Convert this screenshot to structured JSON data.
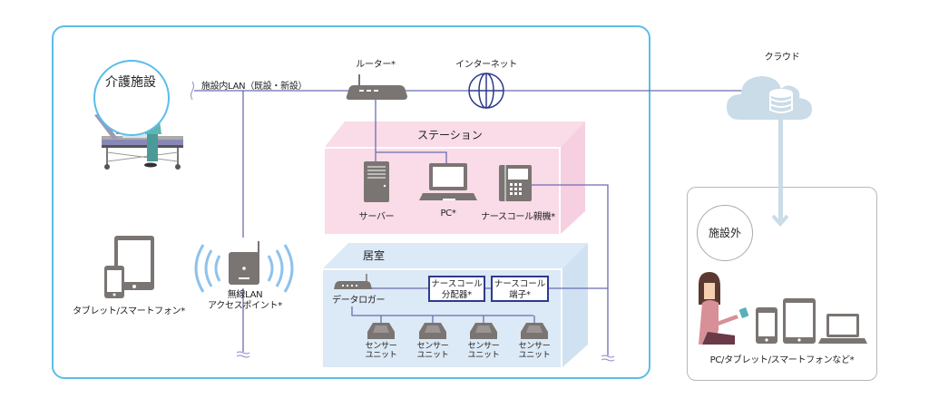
{
  "facility": {
    "title": "介護施設",
    "lan_label": "施設内LAN（既設・新設）"
  },
  "network": {
    "router_label": "ルーター*",
    "internet_label": "インターネット",
    "cloud_label": "クラウド"
  },
  "station": {
    "title": "ステーション",
    "devices": [
      {
        "label": "サーバー",
        "icon": "server-icon"
      },
      {
        "label": "PC*",
        "icon": "laptop-icon"
      },
      {
        "label": "ナースコール親機*",
        "icon": "nurse-call-master-icon"
      }
    ]
  },
  "room": {
    "title": "居室",
    "data_logger_label": "データロガー",
    "nurse_call_distributor": [
      "ナースコール",
      "分配器*"
    ],
    "nurse_call_terminal": [
      "ナースコール",
      "端子*"
    ],
    "sensor_units": [
      {
        "line1": "センサー",
        "line2": "ユニット"
      },
      {
        "line1": "センサー",
        "line2": "ユニット"
      },
      {
        "line1": "センサー",
        "line2": "ユニット"
      },
      {
        "line1": "センサー",
        "line2": "ユニット"
      }
    ]
  },
  "mobile": {
    "tablet_label": "タブレット/スマートフォン*",
    "wifi_ap_line1": "無線LAN",
    "wifi_ap_line2": "アクセスポイント*"
  },
  "outside": {
    "title": "施設外",
    "devices_label": "PC/タブレット/スマートフォンなど*"
  },
  "colors": {
    "frame_blue": "#5bbde8",
    "line_purple": "#6c6cb0",
    "station_pink": "#fadbe8",
    "room_blue": "#dce9f6",
    "device_gray": "#7a7572",
    "cloud_blue": "#c9dce8",
    "nurse_call_border": "#2e3a8c"
  }
}
